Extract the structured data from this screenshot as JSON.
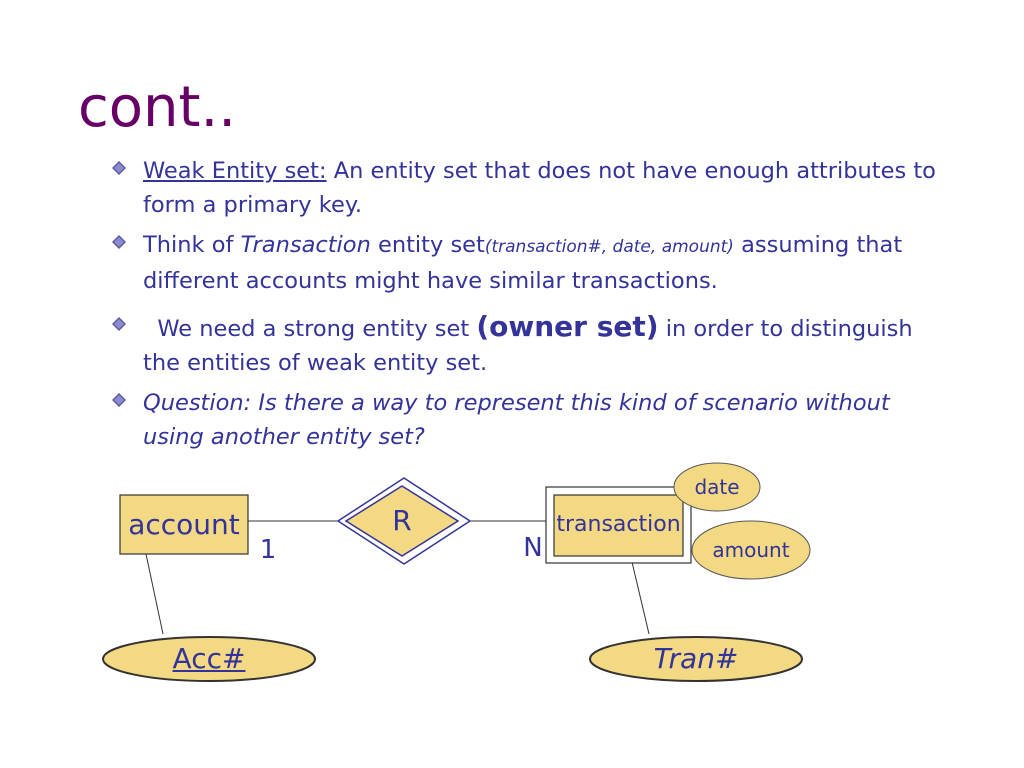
{
  "slide": {
    "title": "cont..",
    "bullets": [
      {
        "label": "Weak Entity set:",
        "text": " An entity set that does not have enough attributes to form a primary key."
      },
      {
        "pre": "Think of ",
        "italic": "Transaction",
        "mid": " entity set",
        "small": "(transaction#, date, amount)",
        "post": " assuming that different accounts might have similar transactions."
      },
      {
        "pre": "  We need a strong entity set ",
        "bold": "(owner set)",
        "post": " in order to distinguish the entities of weak entity set."
      },
      {
        "italic": "Question: Is there a way to represent this kind of scenario without using another entity set?"
      }
    ]
  },
  "diagram": {
    "entity_account": "account",
    "relationship": "R",
    "entity_transaction": "transaction",
    "cardinality_left": "1",
    "cardinality_right": "N",
    "attr_acc": "Acc#",
    "attr_tran": "Tran#",
    "attr_date": "date",
    "attr_amount": "amount"
  },
  "colors": {
    "title": "#660066",
    "text": "#333399",
    "fill": "#f3d983",
    "bullet": "#5a5aa8"
  }
}
